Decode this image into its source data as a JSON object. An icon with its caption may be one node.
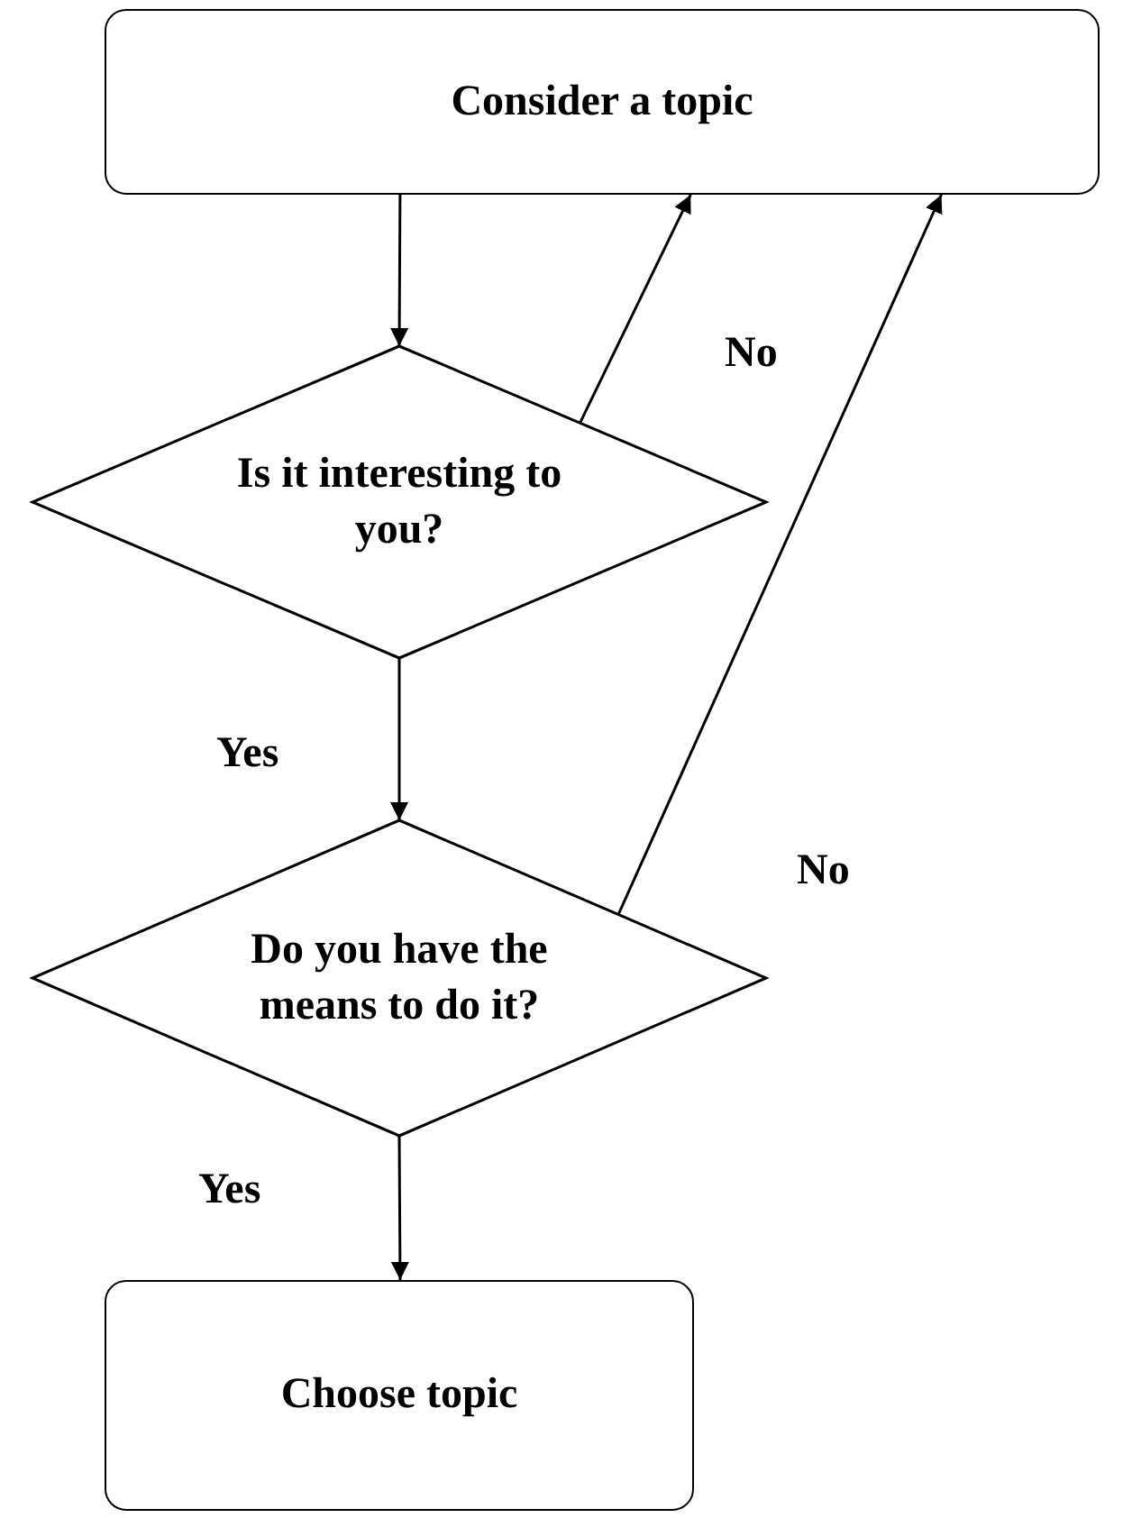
{
  "diagram": {
    "nodes": [
      {
        "text": [
          "Consider a topic"
        ]
      },
      {
        "text": [
          "Is it interesting to you?"
        ]
      },
      {
        "text": [
          "Do you have the means to do it?"
        ]
      },
      {
        "text": [
          "Choose topic"
        ]
      }
    ],
    "edges": [
      {
        "from": 0,
        "to": 1,
        "arrow": "to"
      },
      {
        "from": 1,
        "to": 0,
        "arrow": "to",
        "label": "No"
      },
      {
        "from": 1,
        "to": 2,
        "arrow": "to",
        "label": "Yes"
      },
      {
        "from": 2,
        "to": 0,
        "arrow": "to",
        "label": "No"
      },
      {
        "from": 2,
        "to": 3,
        "arrow": "to",
        "label": "Yes"
      }
    ]
  }
}
